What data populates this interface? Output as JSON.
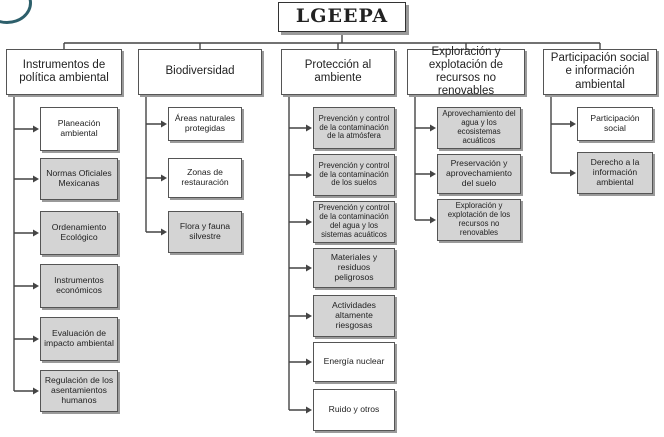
{
  "title": "LGEEPA",
  "categories": [
    {
      "label": "Instrumentos de política ambiental",
      "items": [
        {
          "label": "Planeación ambiental",
          "shaded": false
        },
        {
          "label": "Normas Oficiales Mexicanas",
          "shaded": true
        },
        {
          "label": "Ordenamiento Ecológico",
          "shaded": true
        },
        {
          "label": "Instrumentos económicos",
          "shaded": true
        },
        {
          "label": "Evaluación de impacto ambiental",
          "shaded": true
        },
        {
          "label": "Regulación de los asentamientos humanos",
          "shaded": true
        }
      ]
    },
    {
      "label": "Biodiversidad",
      "items": [
        {
          "label": "Áreas naturales protegidas",
          "shaded": false
        },
        {
          "label": "Zonas de restauración",
          "shaded": false
        },
        {
          "label": "Flora y fauna silvestre",
          "shaded": true
        }
      ]
    },
    {
      "label": "Protección al ambiente",
      "items": [
        {
          "label": "Prevención y control de la contaminación de la atmósfera",
          "shaded": true
        },
        {
          "label": "Prevención y control de la contaminación de los suelos",
          "shaded": true
        },
        {
          "label": "Prevención y control de la contaminación del agua y los sistemas acuáticos",
          "shaded": true
        },
        {
          "label": "Materiales y residuos peligrosos",
          "shaded": true
        },
        {
          "label": "Actividades altamente riesgosas",
          "shaded": true
        },
        {
          "label": "Energía nuclear",
          "shaded": false
        },
        {
          "label": "Ruido y otros",
          "shaded": false
        }
      ]
    },
    {
      "label": "Exploración y explotación de recursos no renovables",
      "items": [
        {
          "label": "Aprovechamiento del agua y los ecosistemas acuáticos",
          "shaded": true
        },
        {
          "label": "Preservación y aprovechamiento del suelo",
          "shaded": true
        },
        {
          "label": "Exploración y explotación de los recursos no renovables",
          "shaded": true
        }
      ]
    },
    {
      "label": "Participación social e información ambiental",
      "items": [
        {
          "label": "Participación social",
          "shaded": false
        },
        {
          "label": "Derecho a la información ambiental",
          "shaded": true
        }
      ]
    }
  ]
}
